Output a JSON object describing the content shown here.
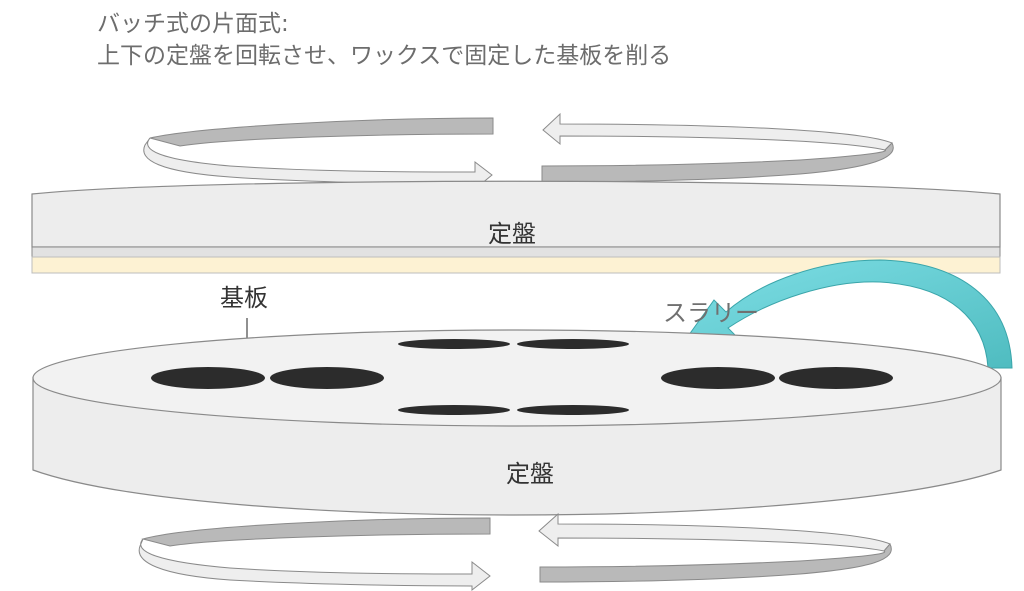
{
  "title": {
    "line1": "バッチ式の片面式:",
    "line2": "上下の定盤を回転させ、ワックスで固定した基板を削る"
  },
  "labels": {
    "upper_platen": "定盤",
    "lower_platen": "定盤",
    "substrate": "基板",
    "slurry": "スラリー"
  },
  "colors": {
    "platen_fill": "#ededed",
    "platen_stroke": "#8a8a8a",
    "wax_layer": "#fdf2d3",
    "substrate": "#2c2c2c",
    "slurry_arrow": "#5ec8cc",
    "rotation_arrow_dark": "#b8b8b8",
    "rotation_arrow_light": "#eeeeee",
    "title_text": "#6d6d6d"
  }
}
